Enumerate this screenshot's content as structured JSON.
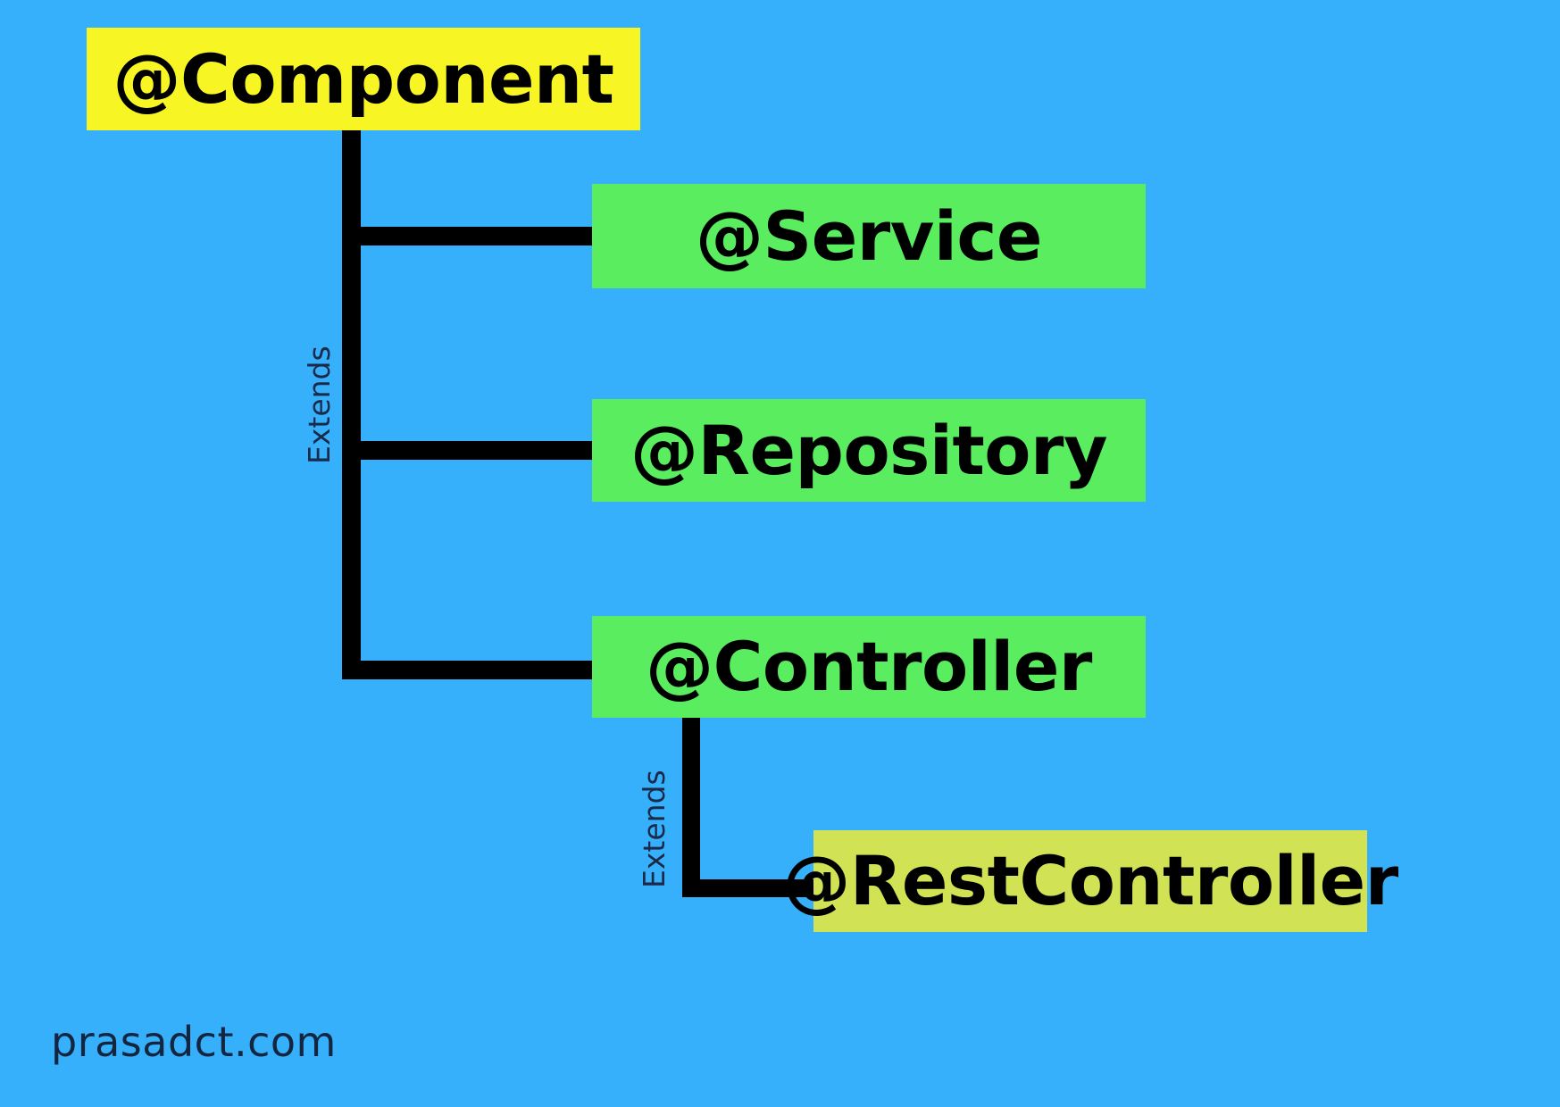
{
  "diagram": {
    "title": "Spring stereotype annotation hierarchy",
    "background_color": "#36b0fb",
    "nodes": [
      {
        "id": "component",
        "label": "@Component",
        "color": "#f7f524"
      },
      {
        "id": "service",
        "label": "@Service",
        "color": "#5aed5f"
      },
      {
        "id": "repository",
        "label": "@Repository",
        "color": "#5aed5f"
      },
      {
        "id": "controller",
        "label": "@Controller",
        "color": "#5aed5f"
      },
      {
        "id": "restcontroller",
        "label": "@RestController",
        "color": "#d1e355"
      }
    ],
    "edge_labels": [
      {
        "id": "extends-from-component",
        "text": "Extends"
      },
      {
        "id": "extends-from-controller",
        "text": "Extends"
      }
    ],
    "connector_color": "#000000",
    "watermark": "prasadct.com"
  }
}
